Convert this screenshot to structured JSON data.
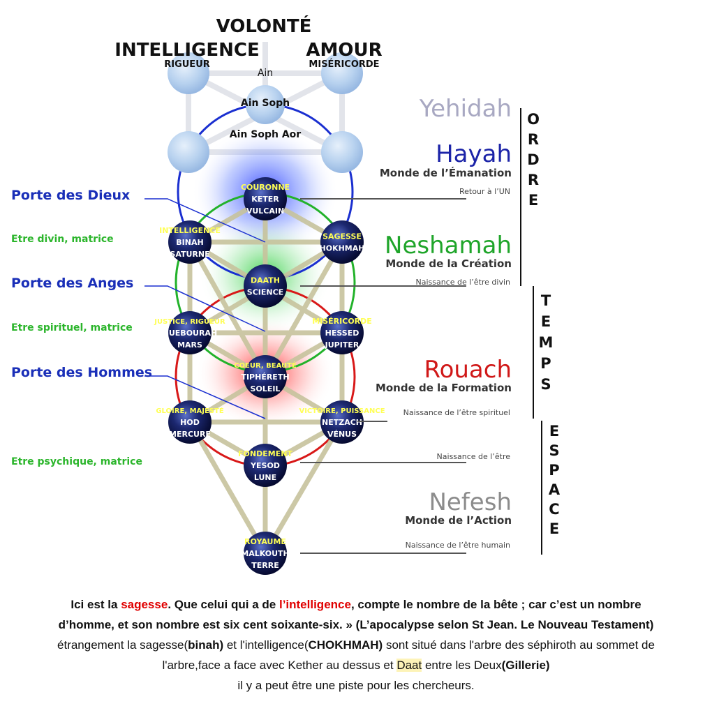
{
  "top_labels": {
    "volonte": "VOLONTÉ",
    "intelligence": "INTELLIGENCE",
    "rigueur": "RIGUEUR",
    "amour": "AMOUR",
    "misericorde": "MISÉRICORDE",
    "ain": "Ain",
    "ain_soph": "Ain Soph",
    "ain_soph_aor": "Ain Soph Aor"
  },
  "sephiroth": [
    {
      "id": "keter",
      "lines": [
        "COURONNE",
        "KETER",
        "VULCAIN"
      ]
    },
    {
      "id": "binah",
      "lines": [
        "INTELLIGENCE",
        "BINAH",
        "SATURNE"
      ]
    },
    {
      "id": "hokhmah",
      "lines": [
        "SAGESSE",
        "HOKHMAH"
      ]
    },
    {
      "id": "daath",
      "lines": [
        "DAATH",
        "SCIENCE"
      ]
    },
    {
      "id": "guebourah",
      "lines": [
        "JUSTICE, RIGUEUR",
        "GUEBOURAH",
        "MARS"
      ]
    },
    {
      "id": "hessed",
      "lines": [
        "MISÉRICORDE",
        "HESSED",
        "JUPITER"
      ]
    },
    {
      "id": "tiphereth",
      "lines": [
        "COEUR, BEAUTÉ",
        "TIPHÉRETH",
        "SOLEIL"
      ]
    },
    {
      "id": "hod",
      "lines": [
        "GLOIRE, MAJESTÉ",
        "HOD",
        "MERCURE"
      ]
    },
    {
      "id": "netzach",
      "lines": [
        "VICTOIRE, PUISSANCE",
        "NETZACH",
        "VÉNUS"
      ]
    },
    {
      "id": "yesod",
      "lines": [
        "FONDEMENT",
        "YESOD",
        "LUNE"
      ]
    },
    {
      "id": "malkouth",
      "lines": [
        "ROYAUME",
        "MALKOUTH",
        "TERRE"
      ]
    }
  ],
  "left_labels": {
    "porte_dieux": "Porte des Dieux",
    "etre_divin": "Etre divin, matrice",
    "porte_anges": "Porte des Anges",
    "etre_spirituel": "Etre spirituel, matrice",
    "porte_hommes": "Porte des Hommes",
    "etre_psychique": "Etre psychique, matrice"
  },
  "worlds": {
    "yehidah": "Yehidah",
    "hayah": "Hayah",
    "hayah_sub": "Monde de l’Émanation",
    "neshamah": "Neshamah",
    "neshamah_sub": "Monde de la Création",
    "rouach": "Rouach",
    "rouach_sub": "Monde de la Formation",
    "nefesh": "Nefesh",
    "nefesh_sub": "Monde de l’Action"
  },
  "pointer_labels": {
    "retour": "Retour à l’UN",
    "naissance_divin": "Naissance de l’être divin",
    "naissance_spirituel": "Naissance de l’être spirituel",
    "naissance_etre": "Naissance de l’être",
    "naissance_humain": "Naissance de l’être humain"
  },
  "vertical_words": {
    "ordre": [
      "O",
      "R",
      "D",
      "R",
      "E"
    ],
    "temps": [
      "T",
      "E",
      "M",
      "P",
      "S"
    ],
    "espace": [
      "E",
      "S",
      "P",
      "A",
      "C",
      "E"
    ]
  },
  "colors": {
    "navy": "#1f2a6e",
    "blue": "#1a2fd0",
    "green": "#22b22a",
    "red": "#d81818",
    "yellow": "#ffff55",
    "gray": "#a8a8b8"
  },
  "caption": {
    "l1a": "Ici est la ",
    "l1b": "sagesse",
    "l1c": ". Que celui qui a de ",
    "l1d": "l’intelligence",
    "l1e": ", compte le nombre de la bête ; car c’est un nombre",
    "l2": "d’homme, et son nombre est six cent soixante-six. » (L’apocalypse selon St Jean. Le Nouveau Testament)",
    "l3a": "étrangement la sagesse(",
    "l3b": "binah)",
    "l3c": " et l'intelligence(",
    "l3d": "CHOKHMAH)",
    "l3e": " sont situé dans l'arbre des séphiroth au sommet de",
    "l4a": "l'arbre,face a face avec Kether au dessus et ",
    "l4b": "Daat",
    "l4c": " entre les Deux",
    "l4d": "(Gillerie)",
    "l5": "il y a peut être une piste pour les chercheurs."
  }
}
